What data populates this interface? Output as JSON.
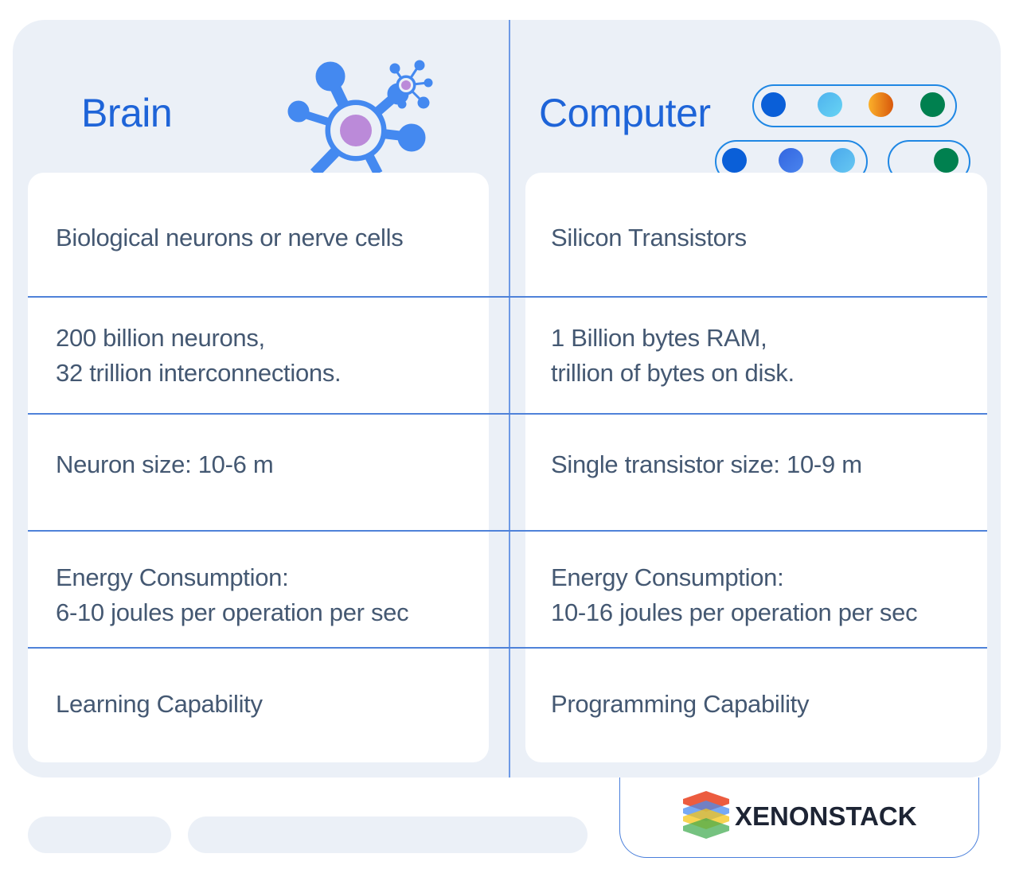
{
  "columns": [
    {
      "title": "Brain",
      "icon": "neuron-icon",
      "rows": [
        {
          "lines": [
            "Biological neurons or nerve cells"
          ]
        },
        {
          "lines": [
            "200 billion neurons,",
            "32 trillion interconnections."
          ]
        },
        {
          "lines": [
            "Neuron size: 10-6 m"
          ]
        },
        {
          "lines": [
            "Energy Consumption:",
            "6-10 joules per operation per sec"
          ]
        },
        {
          "lines": [
            "Learning Capability"
          ]
        }
      ]
    },
    {
      "title": "Computer",
      "icon": "circuit-dots-icon",
      "rows": [
        {
          "lines": [
            "Silicon Transistors"
          ]
        },
        {
          "lines": [
            "1 Billion bytes RAM,",
            "trillion of bytes on disk."
          ]
        },
        {
          "lines": [
            "Single transistor size: 10-9 m"
          ]
        },
        {
          "lines": [
            "Energy Consumption:",
            "10-16 joules per operation per sec"
          ]
        },
        {
          "lines": [
            "Programming Capability"
          ]
        }
      ]
    }
  ],
  "branding": {
    "name": "XENONSTACK",
    "logo_icon": "stacked-layers-icon"
  },
  "colors": {
    "title": "#1e64d8",
    "body_text": "#445872",
    "panel_bg": "#ebf0f7",
    "divider": "#4f82d9",
    "neuron_blue": "#4489f0",
    "neuron_core": "#bb8ad9",
    "dot_colors": [
      "#0a5fd8",
      "#5bc6f0",
      "#f0901a",
      "#00804f",
      "#0a5fd8",
      "#3a6fe0",
      "#55b6ee",
      "#00804f"
    ]
  }
}
